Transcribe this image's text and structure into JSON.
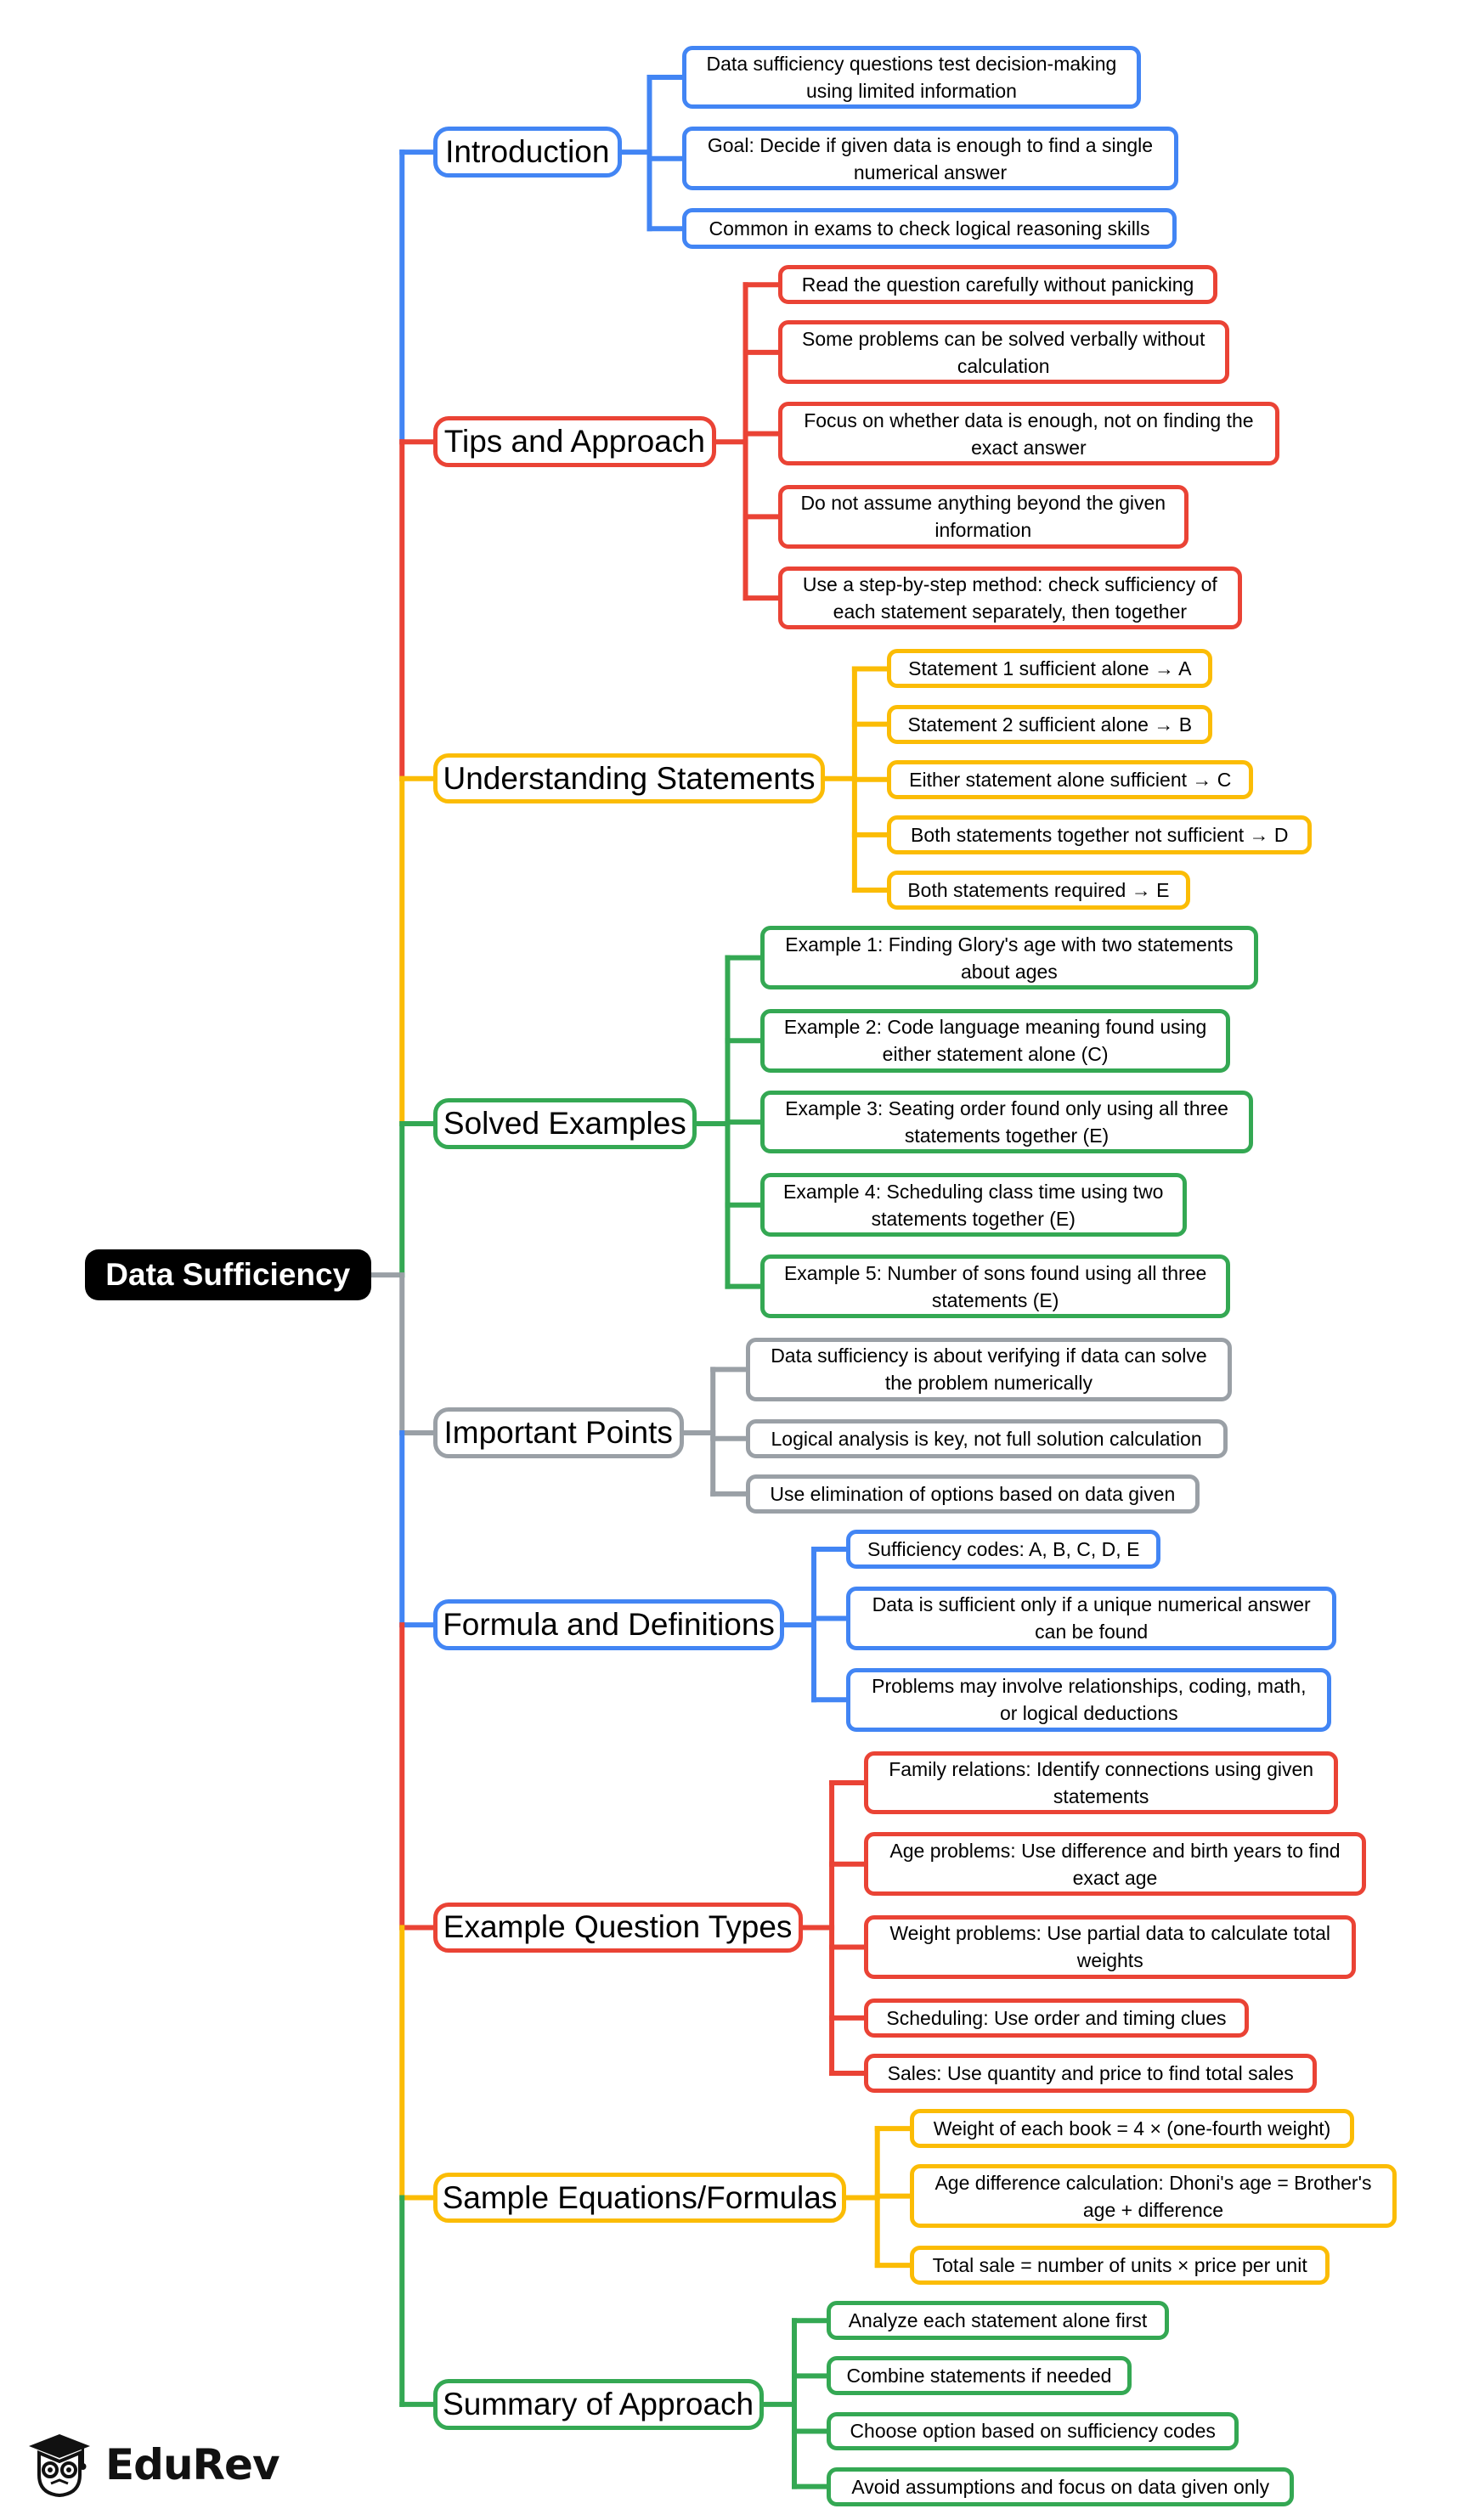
{
  "root": {
    "label": "Data Sufficiency"
  },
  "colors": {
    "blue": "#4285F4",
    "red": "#EA4335",
    "yellow": "#FBBC05",
    "green": "#34A853",
    "gray": "#9AA0A6",
    "black": "#000000"
  },
  "branches": [
    {
      "label": "Introduction",
      "color": "blue",
      "children": [
        "Data sufficiency questions test decision-making using limited information",
        "Goal: Decide if given data is enough to find a single numerical answer",
        "Common in exams to check logical reasoning skills"
      ]
    },
    {
      "label": "Tips and Approach",
      "color": "red",
      "children": [
        "Read the question carefully without panicking",
        "Some problems can be solved verbally without calculation",
        "Focus on whether data is enough, not on finding the exact answer",
        "Do not assume anything beyond the given information",
        "Use a step-by-step method: check sufficiency of each statement separately, then together"
      ]
    },
    {
      "label": "Understanding Statements",
      "color": "yellow",
      "children": [
        "Statement 1 sufficient alone → A",
        "Statement 2 sufficient alone → B",
        "Either statement alone sufficient → C",
        "Both statements together not sufficient → D",
        "Both statements required → E"
      ]
    },
    {
      "label": "Solved Examples",
      "color": "green",
      "children": [
        "Example 1: Finding Glory's age with two statements about ages",
        "Example 2: Code language meaning found using either statement alone (C)",
        "Example 3: Seating order found only using all three statements together (E)",
        "Example 4: Scheduling class time using two statements together (E)",
        "Example 5: Number of sons found using all three statements (E)"
      ]
    },
    {
      "label": "Important Points",
      "color": "gray",
      "children": [
        "Data sufficiency is about verifying if data can solve the problem numerically",
        "Logical analysis is key, not full solution calculation",
        "Use elimination of options based on data given"
      ]
    },
    {
      "label": "Formula and Definitions",
      "color": "blue",
      "children": [
        "Sufficiency codes: A, B, C, D, E",
        "Data is sufficient only if a unique numerical answer can be found",
        "Problems may involve relationships, coding, math, or logical deductions"
      ]
    },
    {
      "label": "Example Question Types",
      "color": "red",
      "children": [
        "Family relations: Identify connections using given statements",
        "Age problems: Use difference and birth years to find exact age",
        "Weight problems: Use partial data to calculate total weights",
        "Scheduling: Use order and timing clues",
        "Sales: Use quantity and price to find total sales"
      ]
    },
    {
      "label": "Sample Equations/Formulas",
      "color": "yellow",
      "children": [
        "Weight of each book = 4 × (one-fourth weight)",
        "Age difference calculation: Dhoni's age = Brother's age + difference",
        "Total sale = number of units × price per unit"
      ]
    },
    {
      "label": "Summary of Approach",
      "color": "green",
      "children": [
        "Analyze each statement alone first",
        "Combine statements if needed",
        "Choose option based on sufficiency codes",
        "Avoid assumptions and focus on data given only"
      ]
    }
  ],
  "logo": {
    "text": "EduRev",
    "icon": "graduation-cap-owl-icon"
  }
}
